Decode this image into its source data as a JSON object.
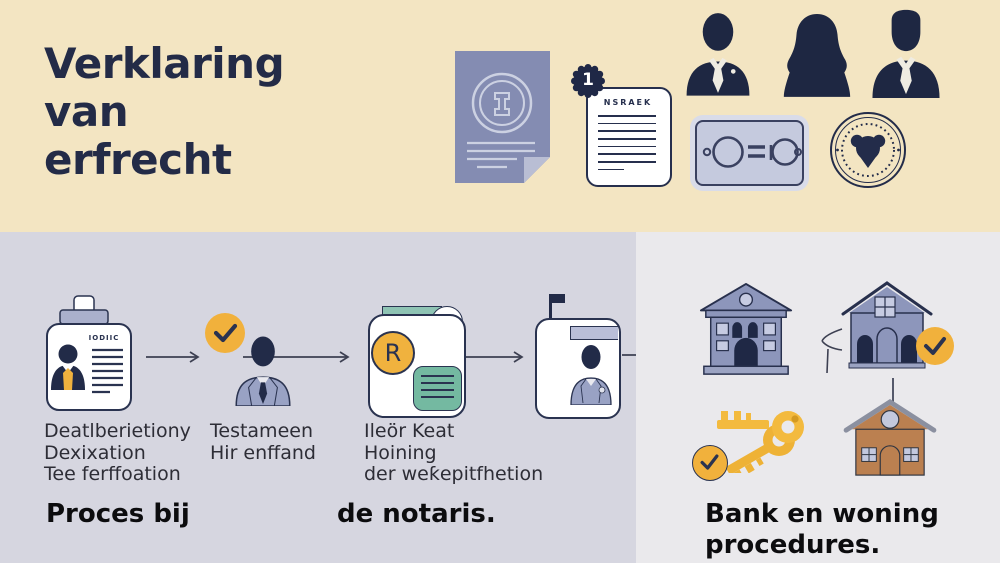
{
  "title": {
    "lines": [
      "Verklaring",
      "van",
      "erfrecht"
    ]
  },
  "top": {
    "certificate": {
      "badge": "1",
      "header": "NSRAEK"
    }
  },
  "process": {
    "id_card_header": "IODIIC",
    "document_badge_letter": "R",
    "labels": [
      {
        "lines": [
          "Deatlberietiony",
          "Dexixation",
          "Tee ferffoation"
        ]
      },
      {
        "lines": [
          "Testameen",
          "Hir enffand"
        ]
      },
      {
        "lines": [
          "Ileör Keat",
          "Hoining",
          "der weƙepitfhetion"
        ]
      }
    ],
    "caption_left": "Proces bij",
    "caption_right": "de notaris."
  },
  "bank": {
    "caption_lines": [
      "Bank en woning",
      "procedures."
    ]
  },
  "colors": {
    "top_background": "#f3e5c2",
    "process_background": "#d6d6e0",
    "bank_background": "#eae9ec",
    "navy": "#232b47",
    "accent_yellow": "#f1b13c",
    "teal": "#7cbfa9",
    "building_lavender": "#8d96bb",
    "house_brown": "#bb8050",
    "key_gold": "#f3ba3e"
  }
}
